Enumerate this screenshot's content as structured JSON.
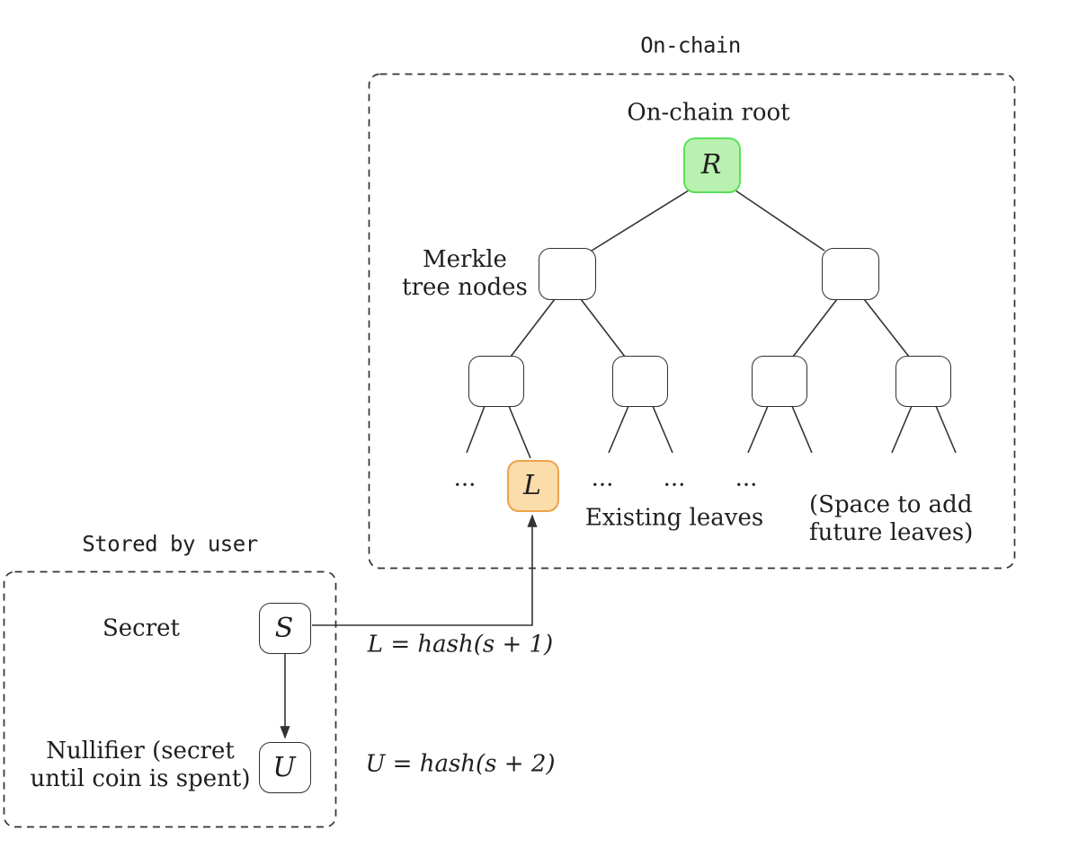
{
  "diagram": {
    "onchain": {
      "region_title": "On-chain",
      "root_caption": "On-chain root",
      "root_node_label": "R",
      "merkle_caption": [
        "Merkle",
        "tree nodes"
      ],
      "leaf_node_label": "L",
      "ellipsis": "...",
      "existing_leaves_caption": "Existing leaves",
      "future_leaves_caption": [
        "(Space to add",
        "future leaves)"
      ]
    },
    "user": {
      "region_title": "Stored by user",
      "secret_caption": "Secret",
      "secret_node_label": "S",
      "nullifier_caption": [
        "Nullifier (secret",
        "until coin is spent)"
      ],
      "nullifier_node_label": "U"
    },
    "formulas": {
      "leaf_formula": "L = hash(s + 1)",
      "nullifier_formula": "U = hash(s + 2)"
    }
  },
  "colors": {
    "root_fill": "#b9f1b0",
    "root_border": "#5ce05a",
    "leaf_fill": "#fbdcab",
    "leaf_border": "#eda24c",
    "node_border": "#2f2f2f",
    "line": "#333333",
    "text": "#1f1f1f"
  }
}
